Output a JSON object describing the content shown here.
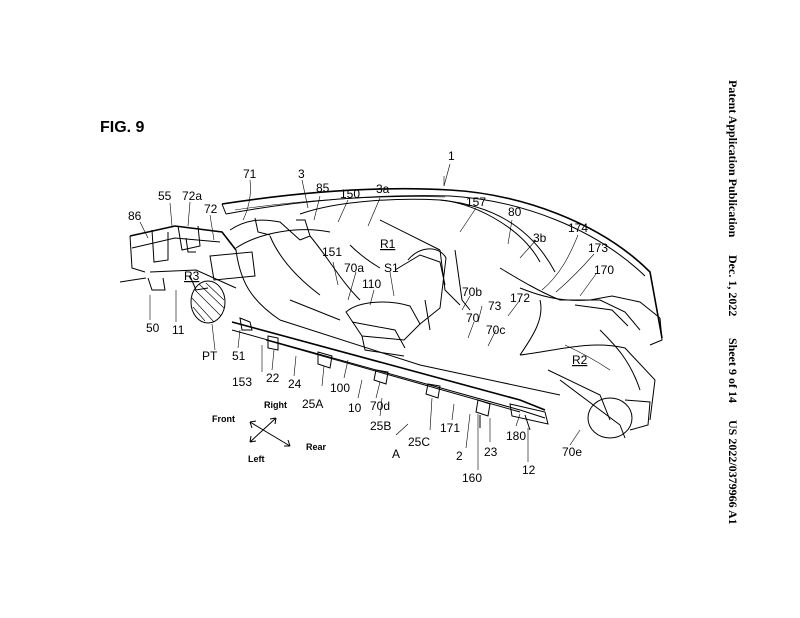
{
  "figure": {
    "title": "FIG. 9"
  },
  "header": {
    "publication": "Patent Application Publication",
    "date": "Dec. 1, 2022",
    "sheet": "Sheet 9 of 14",
    "number": "US 2022/0379966 A1"
  },
  "labels": {
    "l1": "1",
    "l3": "3",
    "l3a": "3a",
    "l3b": "3b",
    "l71": "71",
    "l85": "85",
    "l150": "150",
    "l157": "157",
    "l80": "80",
    "l174": "174",
    "l173": "173",
    "l170": "170",
    "l86": "86",
    "l55": "55",
    "l72a": "72a",
    "l72": "72",
    "lR3": "R3",
    "l50": "50",
    "l11": "11",
    "lPT": "PT",
    "l51": "51",
    "l153": "153",
    "l22": "22",
    "l24": "24",
    "l25A": "25A",
    "l100": "100",
    "l10": "10",
    "l70d": "70d",
    "l25B": "25B",
    "lA": "A",
    "l25C": "25C",
    "l171": "171",
    "l2": "2",
    "l23": "23",
    "l180": "180",
    "l12": "12",
    "l70e": "70e",
    "l160": "160",
    "lR1": "R1",
    "l151": "151",
    "l70a": "70a",
    "lS1": "S1",
    "l110": "110",
    "l70b": "70b",
    "l172": "172",
    "l70": "70",
    "l73": "73",
    "l70c": "70c",
    "lR2": "R2"
  },
  "directions": {
    "front": "Front",
    "right": "Right",
    "left": "Left",
    "rear": "Rear"
  }
}
